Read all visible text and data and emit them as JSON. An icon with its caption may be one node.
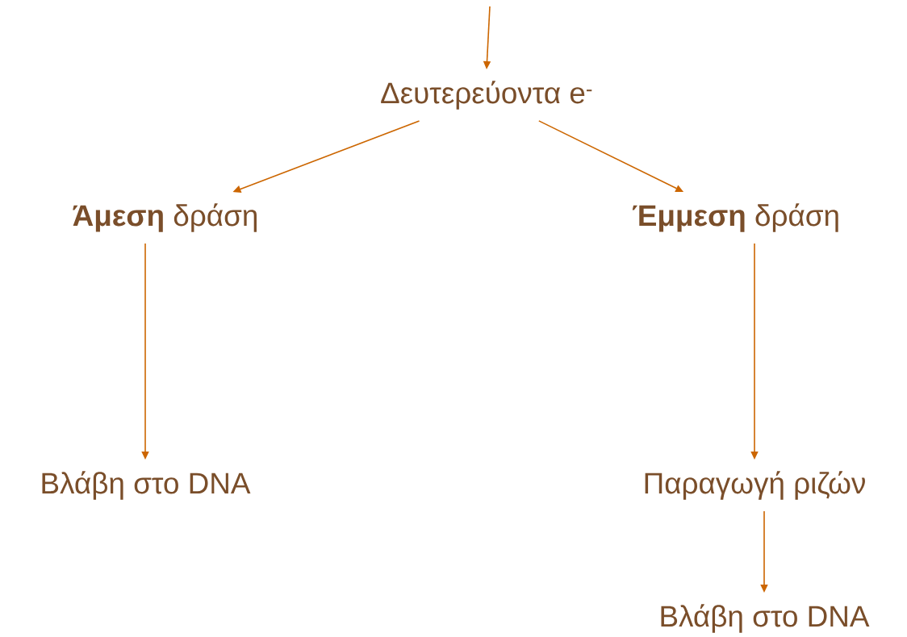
{
  "diagram": {
    "nodes": [
      {
        "text": [
          "Δευτερεύοντα e$^{-}$"
        ]
      },
      {
        "text": [
          "**Άμεση** δράση"
        ]
      },
      {
        "text": [
          "**Έμμεση** δράση"
        ]
      },
      {
        "text": [
          "Βλάβη στο DNA"
        ]
      },
      {
        "text": [
          "Παραγωγή ριζών"
        ]
      },
      {
        "text": [
          "Βλάβη στο DNA"
        ]
      }
    ],
    "edges": [
      {
        "from": null,
        "to": 0,
        "arrow": "to"
      },
      {
        "from": 0,
        "to": 1,
        "arrow": "to"
      },
      {
        "from": 0,
        "to": 2,
        "arrow": "to"
      },
      {
        "from": 1,
        "to": 3,
        "arrow": "to"
      },
      {
        "from": 2,
        "to": 4,
        "arrow": "to"
      },
      {
        "from": 4,
        "to": 5,
        "arrow": "to"
      }
    ]
  }
}
